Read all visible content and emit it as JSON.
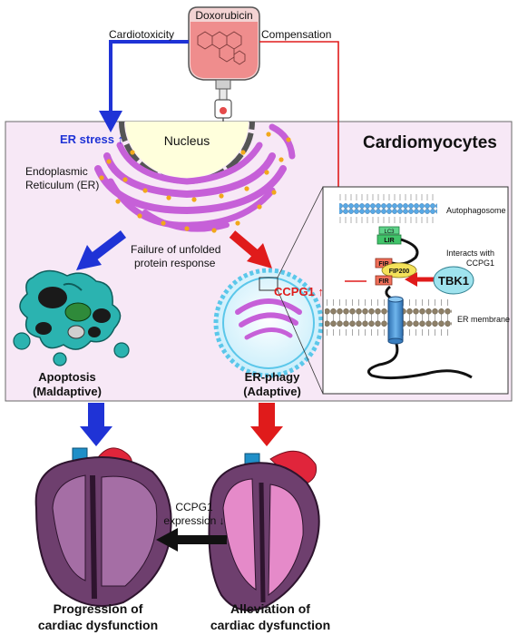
{
  "drug": {
    "name": "Doxorubicin",
    "left_path": "Cardiotoxicity",
    "right_path": "Compensation"
  },
  "cell": {
    "title": "Cardiomyocytes",
    "er_stress": "ER stress ↑",
    "nucleus": "Nucleus",
    "er_label_1": "Endoplasmic",
    "er_label_2": "Reticulum (ER)",
    "upr_1": "Failure of unfolded",
    "upr_2": "protein response",
    "apoptosis_1": "Apoptosis",
    "apoptosis_2": "(Maldaptive)",
    "erphagy_1": "ER-phagy",
    "erphagy_2": "(Adaptive)",
    "ccpg1_up": "CCPG1 ↑"
  },
  "inset": {
    "autophagosome": "Autophagosome",
    "lc3": "LC3",
    "lir": "LIR",
    "fir_top": "FIR",
    "fip200": "FIP200",
    "fir_bottom": "FIR",
    "tbk1": "TBK1",
    "interacts_1": "Interacts with",
    "interacts_2": "CCPG1",
    "er_membrane": "ER membrane"
  },
  "outcomes": {
    "ccpg1_expr_1": "CCPG1",
    "ccpg1_expr_2": "expression ↓",
    "left_1": "Progression of",
    "left_2": "cardiac dysfunction",
    "right_1": "Alleviation of",
    "right_2": "cardiac dysfunction"
  },
  "colors": {
    "cardiotoxicity_blue": "#1f33d6",
    "compensation_red": "#e01b1b",
    "cell_background": "#f7e8f6",
    "er_purple": "#c660d8",
    "apoptotic_teal": "#2bb3b0",
    "tbk1_cyan": "#9fe3ee",
    "membrane_blue": "#58a9e6",
    "membrane_brown": "#8e8068",
    "heart_purple": "#6e3f6e",
    "heart_red": "#e0253b"
  }
}
